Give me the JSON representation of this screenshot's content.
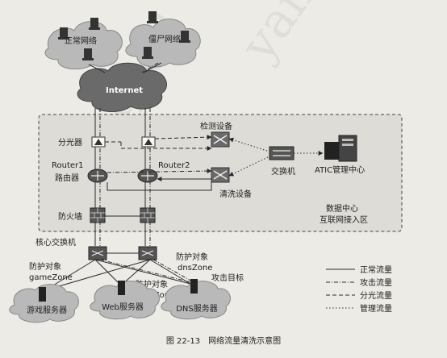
{
  "clouds": {
    "normal": "正常网络",
    "botnet": "僵尸网络",
    "internet": "Internet"
  },
  "devices": {
    "splitter": "分光器",
    "detector": "检测设备",
    "router1": "Router1",
    "router_cn": "路由器",
    "router2": "Router2",
    "cleaner": "清洗设备",
    "switch": "交换机",
    "atic": "ATIC管理中心",
    "firewall": "防火墙",
    "core_switch": "核心交换机"
  },
  "zone": {
    "line1": "数据中心",
    "line2": "互联网接入区"
  },
  "targets": {
    "protect": "防护对象",
    "game_zone": "gameZone",
    "dns_zone": "dnsZone",
    "web_zone": "webZone",
    "attack_target": "攻击目标"
  },
  "servers": {
    "game": "游戏服务器",
    "web": "Web服务器",
    "dns": "DNS服务器"
  },
  "legend": [
    {
      "label": "正常流量",
      "style": "solid"
    },
    {
      "label": "攻击流量",
      "style": "dashdot"
    },
    {
      "label": "分光流量",
      "style": "dashed"
    },
    {
      "label": "管理流量",
      "style": "dotted"
    }
  ],
  "caption": "图 22-13　网络流量清洗示意图",
  "watermark": "yang_ed",
  "colors": {
    "line": "#2a2a2a",
    "cloud": "#b9b9b9",
    "internet_cloud": "#6a6a6a",
    "zone_fill": "#dedcd6",
    "device": "#555555"
  }
}
